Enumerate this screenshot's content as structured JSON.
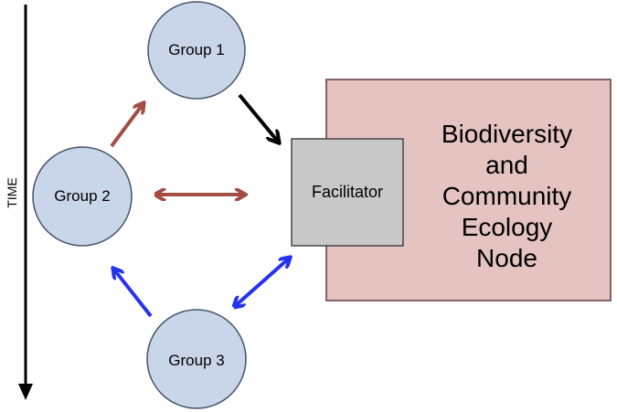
{
  "time_axis": {
    "label": "TIME"
  },
  "groups": [
    {
      "label": "Group 1"
    },
    {
      "label": "Group 2"
    },
    {
      "label": "Group 3"
    }
  ],
  "facilitator": {
    "label": "Facilitator"
  },
  "node": {
    "lines": [
      "Biodiversity",
      "and",
      "Community",
      "Ecology",
      "Node"
    ]
  },
  "colors": {
    "circle_fill": "#c9d5e8",
    "circle_stroke": "#44546a",
    "node_fill": "#e4c3c1",
    "node_stroke": "#5c3a3a",
    "facilitator_fill": "#c8c8c8",
    "facilitator_stroke": "#444444",
    "arrow_red": "#a24e45",
    "arrow_blue": "#2633ee",
    "arrow_black": "#000000"
  }
}
